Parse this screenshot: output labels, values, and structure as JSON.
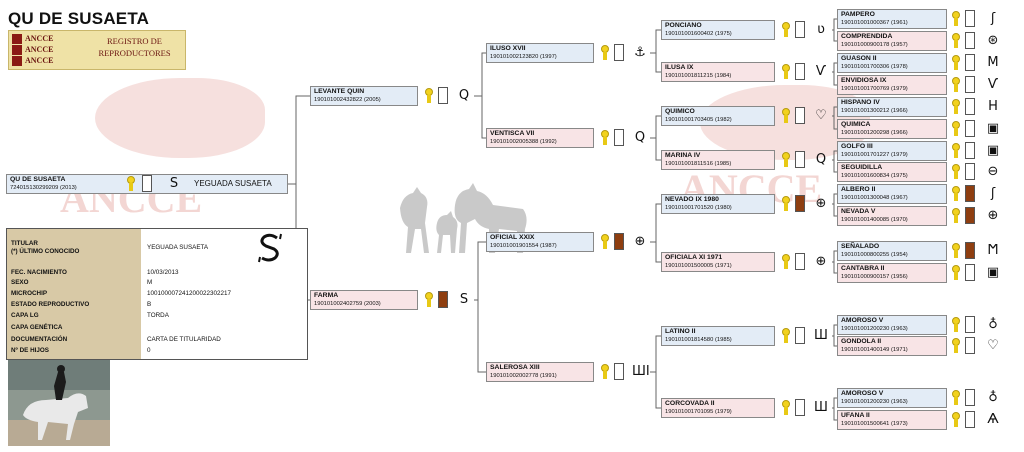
{
  "page": {
    "title": "QU DE SUSAETA"
  },
  "logo": {
    "lines": [
      "ANCCE",
      "ANCCE",
      "ANCCE"
    ],
    "registry": "REGISTRO DE REPRODUCTORES"
  },
  "watermark": {
    "text": "ANCCE"
  },
  "subject": {
    "name": "QU DE SUSAETA",
    "reg": "724015130299209 (2013)",
    "owner": "YEGUADA SUSAETA",
    "brand": "S"
  },
  "info": {
    "rows": [
      {
        "label": "TITULAR\n(*) ÚLTIMO CONOCIDO",
        "value": "YEGUADA SUSAETA"
      },
      {
        "label": "FEC. NACIMIENTO",
        "value": "10/03/2013"
      },
      {
        "label": "SEXO",
        "value": "M"
      },
      {
        "label": "MICROCHIP",
        "value": "100100007241200022302217"
      },
      {
        "label": "ESTADO REPRODUCTIVO",
        "value": "B"
      },
      {
        "label": "CAPA LG",
        "value": "TORDA"
      },
      {
        "label": "CAPA GENÉTICA",
        "value": ""
      },
      {
        "label": "DOCUMENTACIÓN",
        "value": "CARTA DE TITULARIDAD"
      },
      {
        "label": "Nº DE HIJOS",
        "value": "0"
      }
    ]
  },
  "pedigree": [
    {
      "id": "sire",
      "name": "LEVANTE QUIN",
      "reg": "190101002432822 (2005)",
      "sex": "male",
      "medal": true,
      "sq": "white",
      "brand": "Q"
    },
    {
      "id": "dam",
      "name": "FARMA",
      "reg": "190101002402759 (2003)",
      "sex": "female",
      "medal": true,
      "sq": "brown",
      "brand": "S"
    },
    {
      "id": "ss",
      "name": "ILUSO XVII",
      "reg": "190101002123820 (1997)",
      "sex": "male",
      "medal": true,
      "sq": "white",
      "brand": "⚓"
    },
    {
      "id": "sd",
      "name": "VENTISCA VII",
      "reg": "190101002005388 (1992)",
      "sex": "female",
      "medal": true,
      "sq": "white",
      "brand": "Q"
    },
    {
      "id": "ds",
      "name": "OFICIAL XXIX",
      "reg": "190101001901554 (1987)",
      "sex": "male",
      "medal": true,
      "sq": "brown",
      "brand": "⊕"
    },
    {
      "id": "dd",
      "name": "SALEROSA XIII",
      "reg": "190101002002778 (1991)",
      "sex": "female",
      "medal": true,
      "sq": "white",
      "brand": "ШΙ"
    },
    {
      "id": "sss",
      "name": "PONCIANO",
      "reg": "190101001600402 (1975)",
      "sex": "male",
      "medal": true,
      "sq": "white",
      "brand": "ʋ"
    },
    {
      "id": "ssd",
      "name": "ILUSA IX",
      "reg": "190101001811215 (1984)",
      "sex": "female",
      "medal": true,
      "sq": "white",
      "brand": "Ѵ"
    },
    {
      "id": "sds",
      "name": "QUIMICO",
      "reg": "190101001703405 (1982)",
      "sex": "male",
      "medal": true,
      "sq": "white",
      "brand": "♡"
    },
    {
      "id": "sdd",
      "name": "MARINA IV",
      "reg": "190101001811516 (1985)",
      "sex": "female",
      "medal": true,
      "sq": "white",
      "brand": "Q"
    },
    {
      "id": "dss",
      "name": "NEVADO IX 1980",
      "reg": "190101001701520 (1980)",
      "sex": "male",
      "medal": true,
      "sq": "brown",
      "brand": "⊕"
    },
    {
      "id": "dsd",
      "name": "OFICIALA XI 1971",
      "reg": "190101001500005 (1971)",
      "sex": "female",
      "medal": true,
      "sq": "white",
      "brand": "⊕"
    },
    {
      "id": "dds",
      "name": "LATINO II",
      "reg": "190101001814580 (1985)",
      "sex": "male",
      "medal": true,
      "sq": "white",
      "brand": "Ш"
    },
    {
      "id": "ddd",
      "name": "CORCOVADA II",
      "reg": "190101001701095 (1979)",
      "sex": "female",
      "medal": true,
      "sq": "white",
      "brand": "Ш"
    },
    {
      "id": "g1",
      "name": "PAMPERO",
      "reg": "190101001000367 (1961)",
      "sex": "male",
      "medal": true,
      "sq": "white",
      "brand": "ʃ"
    },
    {
      "id": "g2",
      "name": "COMPRENDIDA",
      "reg": "190101000900178 (1957)",
      "sex": "female",
      "medal": true,
      "sq": "white",
      "brand": "⊛"
    },
    {
      "id": "g3",
      "name": "GUASON II",
      "reg": "190101001700306 (1978)",
      "sex": "male",
      "medal": true,
      "sq": "white",
      "brand": "M"
    },
    {
      "id": "g4",
      "name": "ENVIDIOSA IX",
      "reg": "190101001700769 (1979)",
      "sex": "female",
      "medal": true,
      "sq": "white",
      "brand": "Ѵ"
    },
    {
      "id": "g5",
      "name": "HISPANO IV",
      "reg": "190101001300212 (1966)",
      "sex": "male",
      "medal": true,
      "sq": "white",
      "brand": "Η"
    },
    {
      "id": "g6",
      "name": "QUIMICA",
      "reg": "190101001200298 (1966)",
      "sex": "female",
      "medal": true,
      "sq": "white",
      "brand": "▣"
    },
    {
      "id": "g7",
      "name": "GOLFO III",
      "reg": "190101001701227 (1979)",
      "sex": "male",
      "medal": true,
      "sq": "white",
      "brand": "▣"
    },
    {
      "id": "g8",
      "name": "SEGUIDILLA",
      "reg": "190101001600834 (1975)",
      "sex": "female",
      "medal": true,
      "sq": "white",
      "brand": "⊖"
    },
    {
      "id": "g9",
      "name": "ALBERO II",
      "reg": "190101001300048 (1967)",
      "sex": "male",
      "medal": true,
      "sq": "brown",
      "brand": "ʃ"
    },
    {
      "id": "g10",
      "name": "NEVADA V",
      "reg": "190101001400085 (1970)",
      "sex": "female",
      "medal": true,
      "sq": "brown",
      "brand": "⊕"
    },
    {
      "id": "g11",
      "name": "SEÑALADO",
      "reg": "190101000800255 (1954)",
      "sex": "male",
      "medal": true,
      "sq": "brown",
      "brand": "Ϻ"
    },
    {
      "id": "g12",
      "name": "CANTABRA II",
      "reg": "190101000900157 (1956)",
      "sex": "female",
      "medal": true,
      "sq": "white",
      "brand": "▣"
    },
    {
      "id": "g13",
      "name": "AMOROSO V",
      "reg": "190101001200230 (1963)",
      "sex": "male",
      "medal": true,
      "sq": "white",
      "brand": "♁"
    },
    {
      "id": "g14",
      "name": "GONDOLA II",
      "reg": "190101001400149 (1971)",
      "sex": "female",
      "medal": true,
      "sq": "white",
      "brand": "♡"
    },
    {
      "id": "g15",
      "name": "AMOROSO V",
      "reg": "190101001200230 (1963)",
      "sex": "male",
      "medal": true,
      "sq": "white",
      "brand": "♁"
    },
    {
      "id": "g16",
      "name": "UFANA II",
      "reg": "190101001500641 (1973)",
      "sex": "female",
      "medal": true,
      "sq": "white",
      "brand": "Ѧ"
    }
  ]
}
